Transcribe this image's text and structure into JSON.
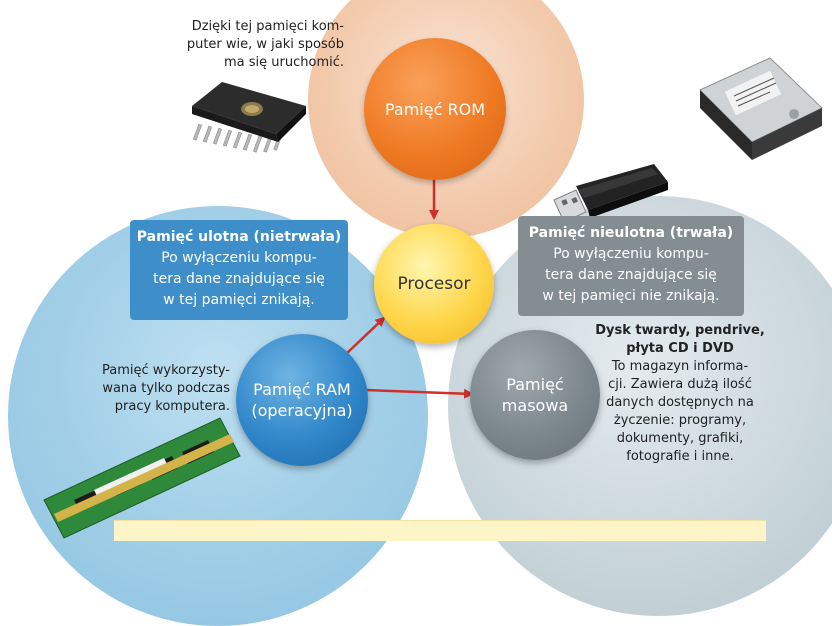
{
  "nodes": {
    "rom": "Pamięć ROM",
    "processor": "Procesor",
    "ram_line1": "Pamięć RAM",
    "ram_line2": "(operacyjna)",
    "mass_line1": "Pamięć",
    "mass_line2": "masowa"
  },
  "boxes": {
    "volatile": {
      "title": "Pamięć ulotna (nietrwała)",
      "lines": [
        "Po wyłączeniu kompu-",
        "tera dane znajdujące się",
        "w tej pamięci znikają."
      ]
    },
    "nonvolatile": {
      "title": "Pamięć nieulotna (trwała)",
      "lines": [
        "Po wyłączeniu kompu-",
        "tera dane znajdujące się",
        "w tej pamięci nie znikają."
      ]
    }
  },
  "notes": {
    "rom": [
      "Dzięki tej pamięci kom-",
      "puter wie, w jaki sposób",
      "ma się uruchomić."
    ],
    "ram": [
      "Pamięć wykorzysty-",
      "wana tylko podczas",
      "pracy komputera."
    ],
    "mass_title": [
      "Dysk twardy, pendrive,",
      "płyta CD i DVD"
    ],
    "mass_body": [
      "To magazyn informa-",
      "cji. Zawiera dużą ilość",
      "danych dostępnych na",
      "życzenie: programy,",
      "dokumenty, grafiki,",
      "fotografie i inne."
    ]
  },
  "colors": {
    "arrow": "#d0302a",
    "rom": "#ef7a24",
    "processor": "#ffd64a",
    "ram": "#2f86c9",
    "mass": "#7c878c",
    "volatile_box": "#3e8ec9",
    "nonvolatile_box": "#848d92"
  },
  "illustrations": [
    "rom-chip-icon",
    "hard-drive-icon",
    "usb-pendrive-icon",
    "ram-module-icon"
  ]
}
